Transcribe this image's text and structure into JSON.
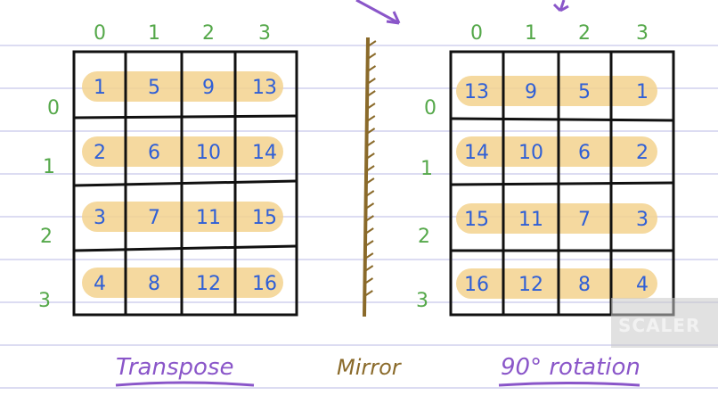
{
  "left_grid": {
    "col_labels": [
      "0",
      "1",
      "2",
      "3"
    ],
    "row_labels": [
      "0",
      "1",
      "2",
      "3"
    ],
    "cells": [
      [
        "1",
        "5",
        "9",
        "13"
      ],
      [
        "2",
        "6",
        "10",
        "14"
      ],
      [
        "3",
        "7",
        "11",
        "15"
      ],
      [
        "4",
        "8",
        "12",
        "16"
      ]
    ],
    "caption": "Transpose"
  },
  "right_grid": {
    "col_labels": [
      "0",
      "1",
      "2",
      "3"
    ],
    "row_labels": [
      "0",
      "1",
      "2",
      "3"
    ],
    "cells": [
      [
        "13",
        "9",
        "5",
        "1"
      ],
      [
        "14",
        "10",
        "6",
        "2"
      ],
      [
        "15",
        "11",
        "7",
        "3"
      ],
      [
        "16",
        "12",
        "8",
        "4"
      ]
    ],
    "caption": "90° rotation"
  },
  "mirror": {
    "caption": "Mirror"
  },
  "watermark": "SCALER",
  "colors": {
    "ink": "#111111",
    "numbers": "#2f5fd6",
    "indices": "#55a84a",
    "highlight": "#f3d28e",
    "purple": "#8a56c9",
    "mirror": "#8a6a2a",
    "rule": "#dcdcf2"
  }
}
